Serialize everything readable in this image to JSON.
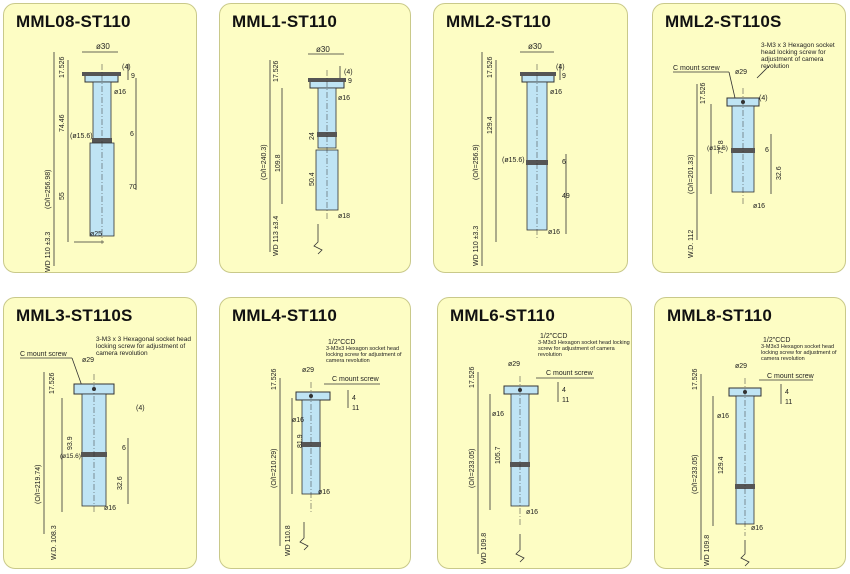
{
  "colors": {
    "card_bg": "#fdfdc4",
    "lens_fill": "#bfe4f4",
    "lens_stroke": "#3a3a3a",
    "line": "#333333"
  },
  "cards": [
    {
      "title": "MML08-ST110",
      "dims": {
        "top_dia": "ø30",
        "d1": "(4)",
        "d2": "9",
        "top_h": "17.526",
        "dia1": "ø16",
        "mid": "74.46",
        "ol": "(O/I=256.98)",
        "dia2": "(ø15.6)",
        "d3": "6",
        "lower": "55",
        "d4": "70",
        "bot_dia": "ø25",
        "wd": "WD 110 ±3.3"
      }
    },
    {
      "title": "MML1-ST110",
      "dims": {
        "top_dia": "ø30",
        "d1": "(4)",
        "d2": "9",
        "top_h": "17.526",
        "dia1": "ø16",
        "mid": "24",
        "ol": "(O/I=240.3)",
        "d3": "109.8",
        "lower": "50.4",
        "bot_dia": "ø18",
        "wd": "WD 113 ±3.4"
      }
    },
    {
      "title": "MML2-ST110",
      "dims": {
        "top_dia": "ø30",
        "d1": "(4)",
        "d2": "9",
        "top_h": "17.526",
        "dia1": "ø16",
        "ol": "(O/I=256.9)",
        "dia2": "(ø15.6)",
        "mid": "129.4",
        "d3": "6",
        "lower": "49",
        "bot_dia": "ø16",
        "wd": "WD 110 ±3.3"
      }
    },
    {
      "title": "MML2-ST110S",
      "dims": {
        "note": "3-M3 x 3 Hexagon socket head locking screw for adjustment of camera revolution",
        "cmount": "C mount screw",
        "top_dia": "ø29",
        "d1": "(4)",
        "top_h": "17.526",
        "dia2": "(ø15.6)",
        "mid": "71.8",
        "d3": "6",
        "ol": "(O/I=201.33)",
        "lower": "32.6",
        "bot_dia": "ø16",
        "wd": "W.D. 112"
      }
    },
    {
      "title": "MML3-ST110S",
      "dims": {
        "note": "3-M3 x 3 Hexagonal socket head locking screw for adjustment of camera revolution",
        "cmount": "C mount screw",
        "top_dia": "ø29",
        "top_h": "17.526",
        "d1": "(4)",
        "mid": "93.9",
        "dia2": "(ø15.6)",
        "d3": "6",
        "ol": "(O/I=219.74)",
        "lower": "32.6",
        "bot_dia": "ø16",
        "wd": "W.D. 108.3"
      }
    },
    {
      "title": "MML4-ST110",
      "dims": {
        "ccd": "1/2\"CCD",
        "note": "3-M3x3 Hexagon socket head locking screw for adjustment of camera revolution",
        "cmount": "C mount screw",
        "top_dia": "ø29",
        "top_h": "17.526",
        "d1": "4",
        "d2": "11",
        "dia1": "ø16",
        "mid": "81.9",
        "ol": "(O/I=210.29)",
        "bot_dia": "ø16",
        "wd": "WD 110.8"
      }
    },
    {
      "title": "MML6-ST110",
      "dims": {
        "ccd": "1/2\"CCD",
        "note": "3-M3x3 Hexagon socket head locking screw for adjustment of camera revolution",
        "cmount": "C mount screw",
        "top_dia": "ø29",
        "top_h": "17.526",
        "d1": "4",
        "d2": "11",
        "dia1": "ø16",
        "mid": "105.7",
        "ol": "(O/I=233.05)",
        "bot_dia": "ø16",
        "wd": "WD 109.8"
      }
    },
    {
      "title": "MML8-ST110",
      "dims": {
        "ccd": "1/2\"CCD",
        "note": "3-M3x3 Hexagon socket head locking screw for adjustment of camera revolution",
        "cmount": "C mount screw",
        "top_dia": "ø29",
        "top_h": "17.526",
        "d1": "4",
        "d2": "11",
        "dia1": "ø16",
        "mid": "129.4",
        "ol": "(O/I=233.05)",
        "bot_dia": "ø16",
        "wd": "WD 109.8"
      }
    }
  ]
}
